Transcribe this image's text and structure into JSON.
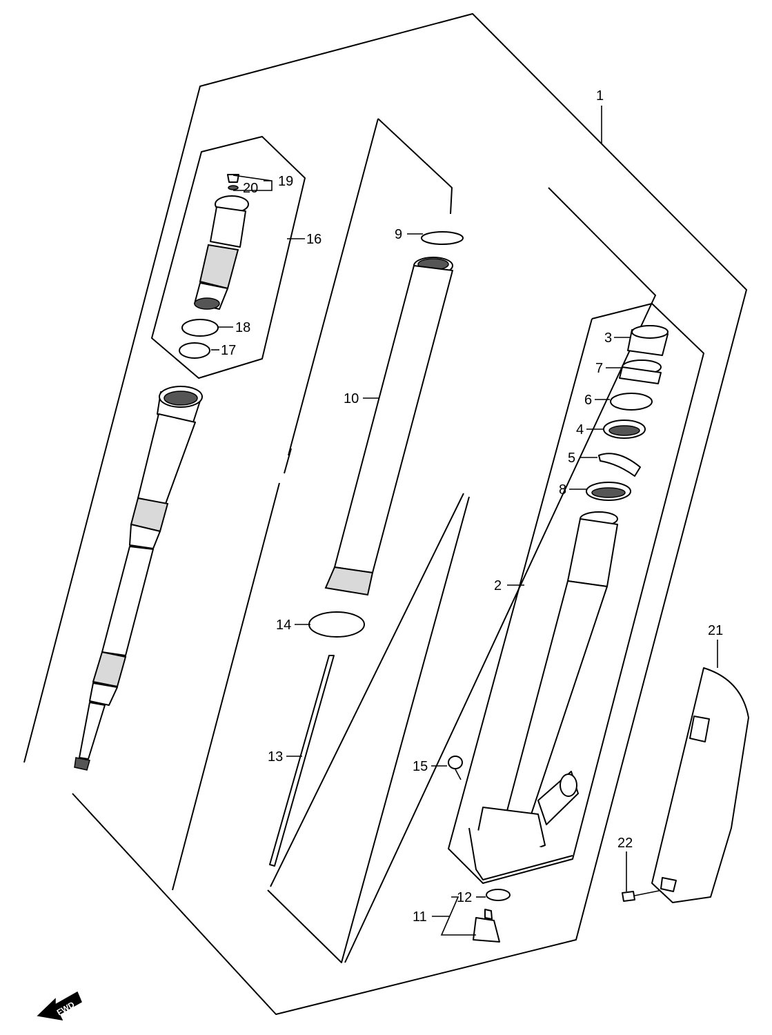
{
  "callouts": {
    "c1": "1",
    "c2": "2",
    "c3": "3",
    "c4": "4",
    "c5": "5",
    "c6": "6",
    "c7": "7",
    "c8": "8",
    "c9": "9",
    "c10": "10",
    "c11": "11",
    "c12": "12",
    "c13": "13",
    "c14": "14",
    "c15": "15",
    "c16": "16",
    "c17": "17",
    "c18": "18",
    "c19": "19",
    "c20": "20",
    "c21": "21",
    "c22": "22"
  },
  "fwd_label": "FWD",
  "icons": {
    "fwd": "forward-direction-arrow-icon"
  }
}
